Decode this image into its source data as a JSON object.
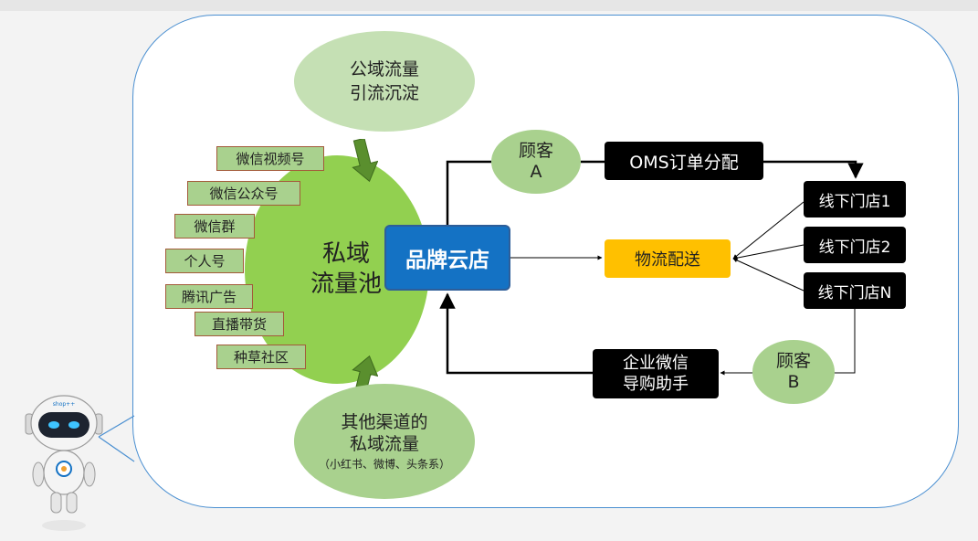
{
  "diagram": {
    "public_traffic": [
      "公域流量",
      "引流沉淀"
    ],
    "private_pool": [
      "私域",
      "流量池"
    ],
    "other_channels": {
      "lines": [
        "其他渠道的",
        "私域流量"
      ],
      "note": "（小红书、微博、头条系）"
    },
    "sources": [
      "微信视频号",
      "微信公众号",
      "微信群",
      "个人号",
      "腾讯广告",
      "直播带货",
      "种草社区"
    ],
    "brand_store": "品牌云店",
    "customer_a": [
      "顾客",
      "A"
    ],
    "customer_b": [
      "顾客",
      "B"
    ],
    "oms": "OMS订单分配",
    "logistics": "物流配送",
    "stores": [
      "线下门店1",
      "线下门店2",
      "线下门店N"
    ],
    "wecom": [
      "企业微信",
      "导购助手"
    ],
    "robot_label": "shop++"
  },
  "colors": {
    "frame_border": "#4a8fd1",
    "pool_green": "#92d050",
    "light_green": "#c5e0b4",
    "mid_green": "#a9d18e",
    "brand_blue": "#1472c4",
    "logistics_yellow": "#ffc000",
    "box_black": "#000000"
  }
}
